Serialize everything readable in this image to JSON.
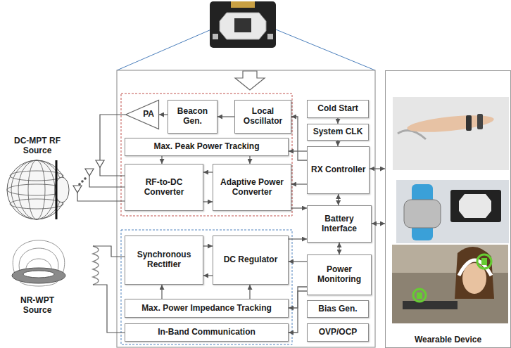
{
  "diagram": {
    "nodes": [
      {
        "text": [
          "PA"
        ]
      },
      {
        "text": [
          "Beacon Gen."
        ]
      },
      {
        "text": [
          "Local Oscillator"
        ]
      },
      {
        "text": [
          "Cold Start"
        ]
      },
      {
        "text": [
          "System CLK"
        ]
      },
      {
        "text": [
          "Max. Peak Power Tracking"
        ]
      },
      {
        "text": [
          "RF-to-DC Converter"
        ]
      },
      {
        "text": [
          "Adaptive Power Converter"
        ]
      },
      {
        "text": [
          "RX Controller"
        ]
      },
      {
        "text": [
          "Battery Interface"
        ]
      },
      {
        "text": [
          "Synchronous Rectifier"
        ]
      },
      {
        "text": [
          "DC Regulator"
        ]
      },
      {
        "text": [
          "Power Monitoring"
        ]
      },
      {
        "text": [
          "Max. Power Impedance Tracking"
        ]
      },
      {
        "text": [
          "Bias Gen."
        ]
      },
      {
        "text": [
          "In-Band Communication"
        ]
      },
      {
        "text": [
          "OVP/OCP"
        ]
      },
      {
        "text": [
          "Wearable Device"
        ]
      }
    ],
    "edges": [
      {
        "from": 1,
        "to": 0,
        "arrow": "to"
      },
      {
        "from": 2,
        "to": 1,
        "arrow": "to"
      },
      {
        "from": 3,
        "to": 4,
        "arrow": "to"
      },
      {
        "from": 4,
        "to": 8,
        "arrow": "to"
      },
      {
        "from": 5,
        "to": 6,
        "arrow": "to"
      },
      {
        "from": 5,
        "to": 7,
        "arrow": "to"
      },
      {
        "from": 7,
        "to": 6,
        "arrow": "to"
      },
      {
        "from": 6,
        "to": 7,
        "arrow": "to"
      },
      {
        "from": 8,
        "to": 2,
        "arrow": "to"
      },
      {
        "from": 8,
        "to": 5,
        "arrow": "to"
      },
      {
        "from": 8,
        "to": 7,
        "arrow": "to"
      },
      {
        "from": 7,
        "to": 9,
        "arrow": "to"
      },
      {
        "from": 11,
        "to": 9,
        "arrow": "to"
      },
      {
        "from": 8,
        "to": 9,
        "arrow": "both"
      },
      {
        "from": 9,
        "to": 12,
        "arrow": "both"
      },
      {
        "from": 10,
        "to": 11,
        "arrow": "to"
      },
      {
        "from": 11,
        "to": 10,
        "arrow": "to"
      },
      {
        "from": 13,
        "to": 10,
        "arrow": "to"
      },
      {
        "from": 13,
        "to": 11,
        "arrow": "to"
      },
      {
        "from": 12,
        "to": 11,
        "arrow": "to"
      },
      {
        "from": 12,
        "to": 13,
        "arrow": "to"
      },
      {
        "from": 12,
        "to": 15,
        "arrow": "to"
      },
      {
        "from": 8,
        "to": 17,
        "arrow": "both"
      },
      {
        "from": 9,
        "to": 17,
        "arrow": "both"
      }
    ],
    "labels": [
      "DC-MPT RF Source",
      "NR-WPT Source"
    ]
  }
}
